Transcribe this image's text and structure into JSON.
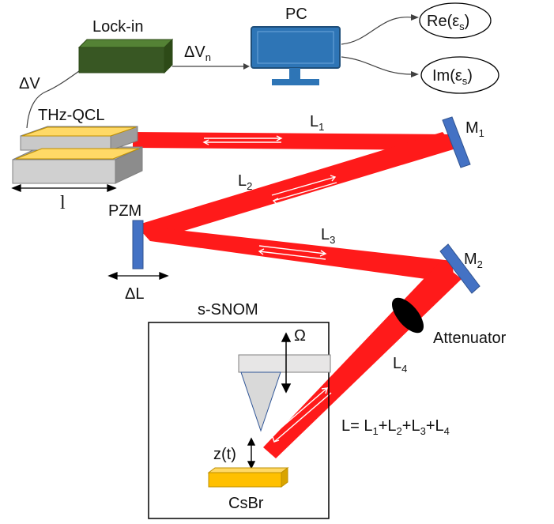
{
  "labels": {
    "lockin": "Lock-in",
    "pc": "PC",
    "delta_v": "ΔV",
    "delta_vn": "ΔV",
    "delta_vn_sub": "n",
    "thz_qcl": "THz-QCL",
    "length_l": "l",
    "pzm": "PZM",
    "delta_l": "ΔL",
    "l1": "L",
    "l1_sub": "1",
    "l2": "L",
    "l2_sub": "2",
    "l3": "L",
    "l3_sub": "3",
    "l4": "L",
    "l4_sub": "4",
    "m1": "M",
    "m1_sub": "1",
    "m2": "M",
    "m2_sub": "2",
    "attenuator": "Attenuator",
    "snom": "s-SNOM",
    "omega": "Ω",
    "zt": "z(t)",
    "csbr": "CsBr",
    "re_eps": "Re(ε",
    "re_eps_sub": "s",
    "re_eps_close": ")",
    "im_eps": "Im(ε",
    "im_eps_sub": "s",
    "im_eps_close": ")",
    "total_length": "L= L",
    "total_s1": "1",
    "total_p2": "+L",
    "total_s2": "2",
    "total_p3": "+L",
    "total_s3": "3",
    "total_p4": "+L",
    "total_s4": "4"
  },
  "colors": {
    "beam": "#ff1a1a",
    "mirror": "#4472c4",
    "lockin_box": "#385723",
    "pc": "#2e75b6",
    "laser_top": "#ffd966",
    "sample": "#ffc000"
  }
}
